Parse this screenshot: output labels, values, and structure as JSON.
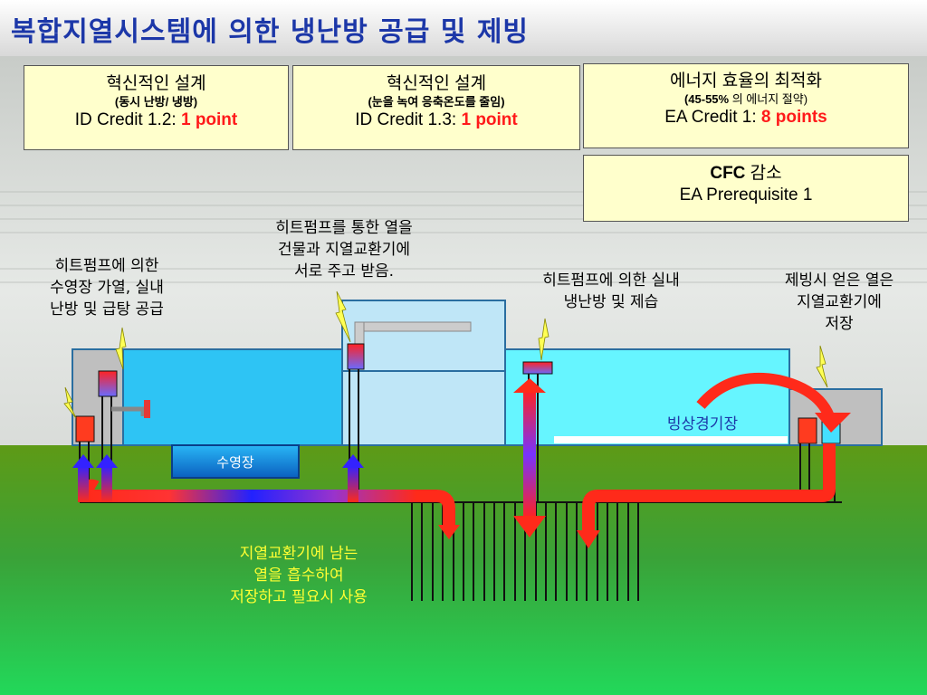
{
  "title": "복합지열시스템에 의한 냉난방 공급 및 제빙",
  "credit_boxes": [
    {
      "line1": "혁신적인 설계",
      "line2": "(동시 난방/ 냉방)",
      "line3_prefix": "ID Credit 1.2: ",
      "points": "1 point"
    },
    {
      "line1": "혁신적인 설계",
      "line2": "(눈을 녹여 응축온도를 줄임)",
      "line3_prefix": "ID Credit 1.3: ",
      "points": "1 point"
    },
    {
      "line1": "에너지 효율의 최적화",
      "line2_bold": "(45-55%",
      "line2_rest": " 의 에너지 절약)",
      "line3_prefix": "EA Credit 1: ",
      "points": "8 points"
    },
    {
      "line1_bold": "CFC",
      "line1_rest": " 감소",
      "line3": "EA Prerequisite 1"
    }
  ],
  "labels": {
    "pool_heating": "히트펌프에 의한\n수영장 가열, 실내\n난방 및 급탕 공급",
    "heat_exchange": "히트펌프를 통한 열을\n건물과 지열교환기에\n서로 주고 받음.",
    "indoor_cooling": "히트펌프에 의한 실내\n냉난방 및 제습",
    "ice_storage": "제빙시 얻은 열은\n지열교환기에\n저장",
    "ice_rink": "빙상경기장",
    "pool": "수영장",
    "ground_storage": "지열교환기에 남는\n열을 흡수하여\n저장하고 필요시 사용"
  },
  "colors": {
    "title": "#1c37a8",
    "points": "#ff1a1a",
    "box_bg": "#ffffcc",
    "pool_water": "#1e9be8",
    "ground_text": "#ffff33",
    "hot_pipe": "#ff2a1a",
    "cold_pipe": "#2a2aff"
  }
}
